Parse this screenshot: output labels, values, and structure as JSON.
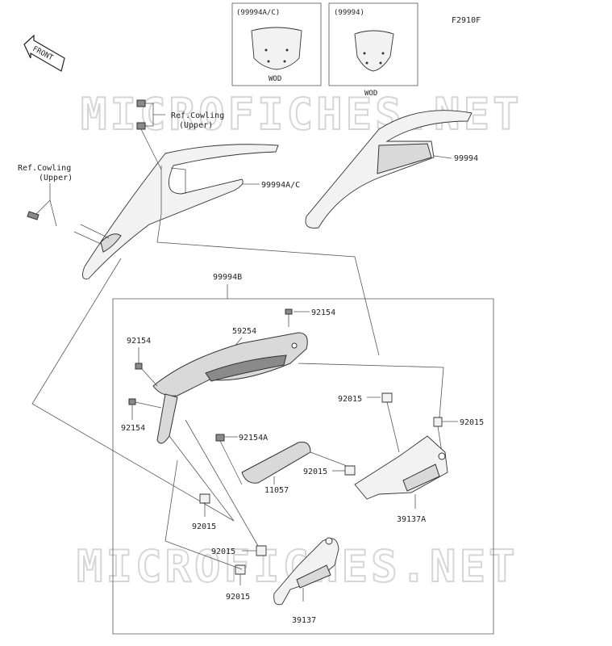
{
  "figure_id": "F2910F",
  "front_label": "FRONT",
  "watermark": "MICROFICHES.NET",
  "insets": [
    {
      "code": "(99994A/C)",
      "caption": "WOD"
    },
    {
      "code": "(99994)",
      "caption": "WOD"
    }
  ],
  "refs": {
    "cowling_top": {
      "line1": "Ref.Cowling",
      "line2": "(Upper)"
    },
    "cowling_left": {
      "line1": "Ref.Cowling",
      "line2": "(Upper)"
    }
  },
  "parts": {
    "p99994AC": "99994A/C",
    "p99994": "99994",
    "p99994B": "99994B",
    "p92154_top": "92154",
    "p59254": "59254",
    "p92154_left": "92154",
    "p92154_left2": "92154",
    "p92015_r1": "92015",
    "p92015_r2": "92015",
    "p92154A": "92154A",
    "p92015_mid": "92015",
    "p11057": "11057",
    "p39137A": "39137A",
    "p92015_l1": "92015",
    "p92015_l2": "92015",
    "p92015_l3": "92015",
    "p39137": "39137"
  },
  "colors": {
    "line": "#555555",
    "part_fill": "#d9d9d9",
    "watermark": "#d6d6d6"
  }
}
